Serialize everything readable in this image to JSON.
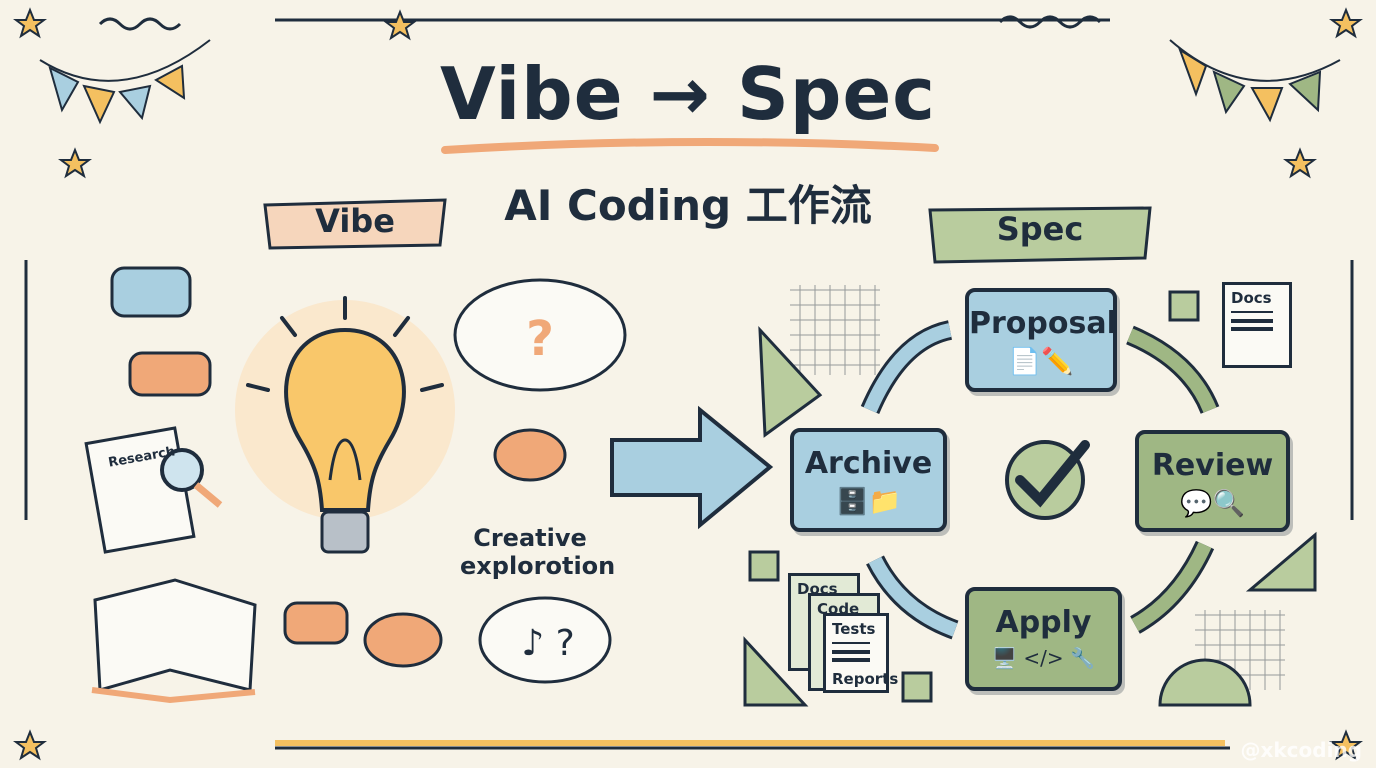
{
  "title": {
    "left": "Vibe",
    "arrow": "→",
    "right": "Spec"
  },
  "subtitle": "AI Coding 工作流",
  "vibe": {
    "banner": "Vibe",
    "research_label": "Research",
    "caption": [
      "Creative",
      "explorotion"
    ]
  },
  "spec": {
    "banner": "Spec",
    "steps": [
      {
        "label": "Proposal",
        "icons": "📄✏️"
      },
      {
        "label": "Review",
        "icons": "💬🔍"
      },
      {
        "label": "Apply",
        "icons": "🖥️ </> 🔧"
      },
      {
        "label": "Archive",
        "icons": "🗄️📁"
      }
    ],
    "top_docs_label": "Docs",
    "artifacts": [
      "Docs",
      "Code",
      "Tests",
      "Reports"
    ]
  },
  "watermark": "@xkcoding",
  "colors": {
    "ink": "#1f2d3d",
    "blue": "#a9cfe0",
    "green": "#9fb784",
    "orange": "#f0a878",
    "yellow": "#f4c060",
    "paper": "#f7f3e8"
  }
}
